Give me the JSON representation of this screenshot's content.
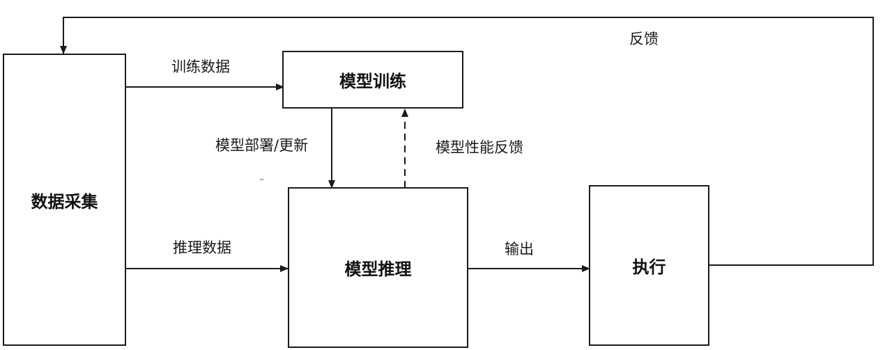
{
  "nodes": {
    "data_collection": "数据采集",
    "model_training": "模型训练",
    "model_inference": "模型推理",
    "execution": "执行"
  },
  "edges": {
    "training_data": "训练数据",
    "inference_data": "推理数据",
    "deploy_update": "模型部署/更新",
    "performance_feedback": "模型性能反馈",
    "output": "输出",
    "feedback": "反馈"
  },
  "colors": {
    "stroke": "#1a1a1a",
    "text": "#111111",
    "background": "#ffffff"
  }
}
